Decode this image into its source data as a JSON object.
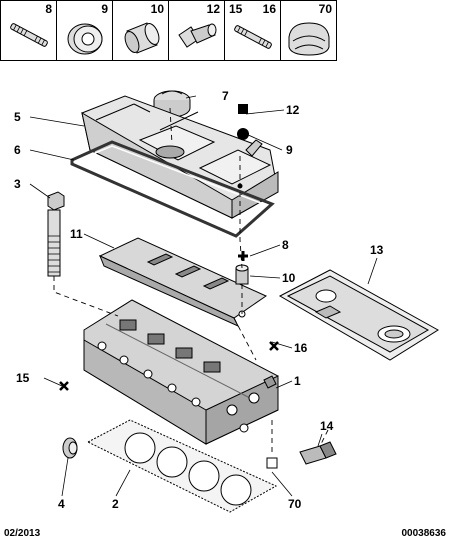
{
  "legend": [
    {
      "number": "8",
      "icon": "stud-icon"
    },
    {
      "number": "9",
      "icon": "seal-ring-icon"
    },
    {
      "number": "10",
      "icon": "bushing-icon"
    },
    {
      "number": "12",
      "icon": "plug-bolt-icon"
    },
    {
      "number": "15",
      "icon": "stud-icon"
    },
    {
      "number": "16",
      "icon": "stud-icon"
    },
    {
      "number": "70",
      "icon": "clip-sleeve-icon"
    }
  ],
  "callouts": {
    "c1": "1",
    "c2": "2",
    "c3": "3",
    "c4": "4",
    "c5": "5",
    "c6": "6",
    "c7": "7",
    "c8": "8",
    "c9": "9",
    "c10": "10",
    "c11": "11",
    "c12": "12",
    "c13": "13",
    "c14": "14",
    "c15": "15",
    "c16": "16",
    "c70": "70"
  },
  "footer": {
    "date": "02/2013",
    "ref": "00038636"
  }
}
